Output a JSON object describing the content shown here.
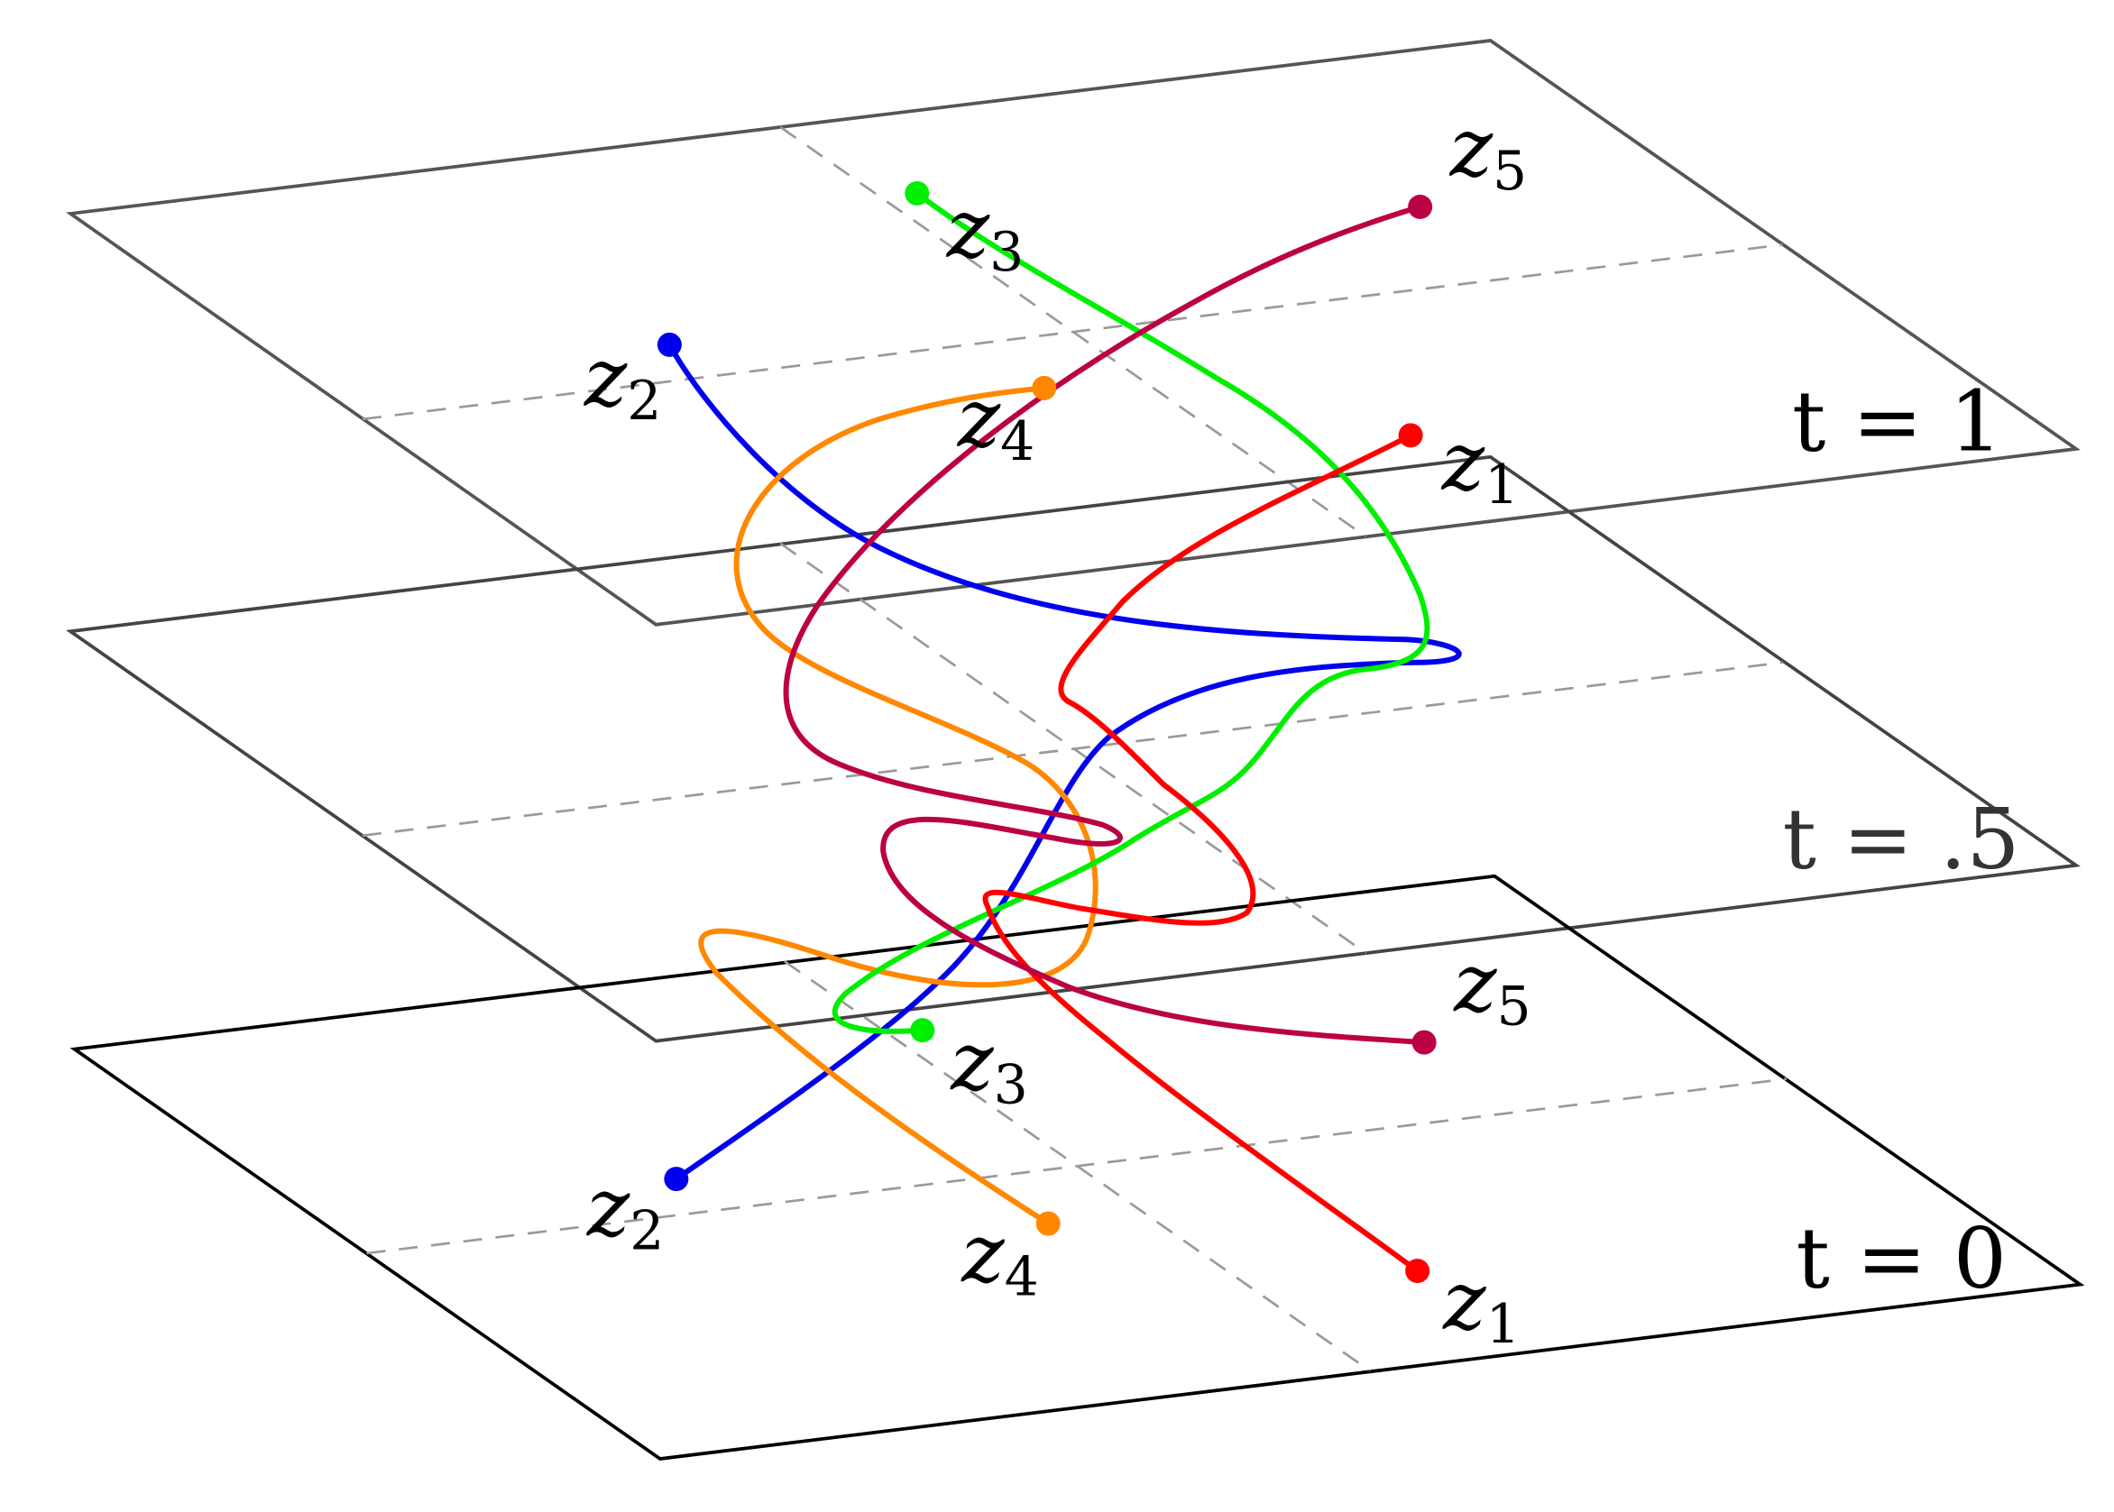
{
  "levels": [
    {
      "label": "t = 1",
      "plane_color": "#555555",
      "label_color": "#000000"
    },
    {
      "label": "t = .5",
      "plane_color": "#444444",
      "label_color": "#333333"
    },
    {
      "label": "t = 0",
      "plane_color": "#000000",
      "label_color": "#000000"
    }
  ],
  "strands": [
    {
      "var": "z",
      "index": "1",
      "color": "#ff0000",
      "dash_name": "red"
    },
    {
      "var": "z",
      "index": "2",
      "color": "#0000ee",
      "dash_name": "blue"
    },
    {
      "var": "z",
      "index": "3",
      "color": "#00ee00",
      "dash_name": "green"
    },
    {
      "var": "z",
      "index": "4",
      "color": "#ff8800",
      "dash_name": "orange"
    },
    {
      "var": "z",
      "index": "5",
      "color": "#bb0044",
      "dash_name": "crimson"
    }
  ]
}
